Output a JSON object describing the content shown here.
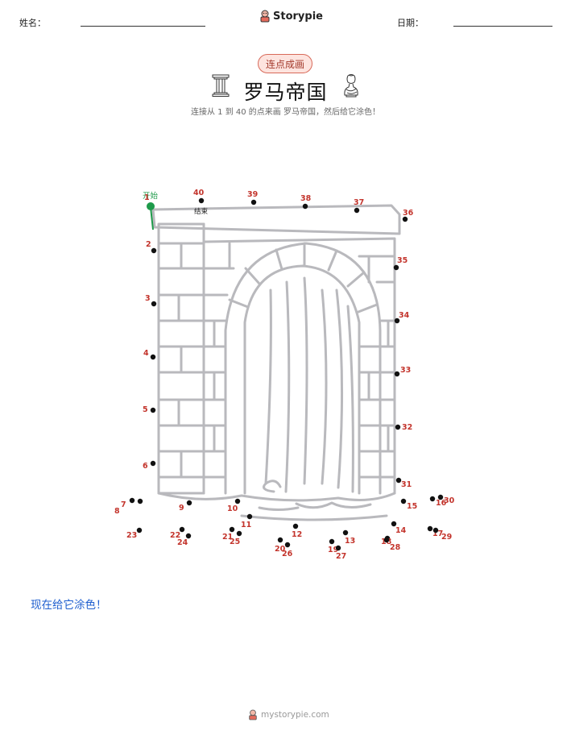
{
  "header": {
    "name_label": "姓名：",
    "brand": "Storypie",
    "date_label": "日期："
  },
  "badge": "连点成画",
  "title": "罗马帝国",
  "subtitle": "连接从 1 到 40 的点来画 罗马帝国，然后给它涂色！",
  "start_label": "开始",
  "end_label": "结束",
  "color_prompt": "现在给它涂色！",
  "footer": "mystorypie.com",
  "icons": [
    "storypie-logo-icon",
    "roman-column-icon",
    "roman-bust-icon",
    "pin-icon"
  ],
  "colors": {
    "number": "#c3342c",
    "dot": "#111111",
    "start": "#1e9a4a",
    "art": "#b9b9bd",
    "prompt": "#1f5fcf"
  },
  "dots": [
    {
      "n": "1"
    },
    {
      "n": "2"
    },
    {
      "n": "3"
    },
    {
      "n": "4"
    },
    {
      "n": "5"
    },
    {
      "n": "6"
    },
    {
      "n": "7"
    },
    {
      "n": "8"
    },
    {
      "n": "9"
    },
    {
      "n": "10"
    },
    {
      "n": "11"
    },
    {
      "n": "12"
    },
    {
      "n": "13"
    },
    {
      "n": "14"
    },
    {
      "n": "15"
    },
    {
      "n": "16"
    },
    {
      "n": "17"
    },
    {
      "n": "18"
    },
    {
      "n": "19"
    },
    {
      "n": "20"
    },
    {
      "n": "21"
    },
    {
      "n": "22"
    },
    {
      "n": "23"
    },
    {
      "n": "24"
    },
    {
      "n": "25"
    },
    {
      "n": "26"
    },
    {
      "n": "27"
    },
    {
      "n": "28"
    },
    {
      "n": "29"
    },
    {
      "n": "30"
    },
    {
      "n": "31"
    },
    {
      "n": "32"
    },
    {
      "n": "33"
    },
    {
      "n": "34"
    },
    {
      "n": "35"
    },
    {
      "n": "36"
    },
    {
      "n": "37"
    },
    {
      "n": "38"
    },
    {
      "n": "39"
    },
    {
      "n": "40"
    }
  ]
}
